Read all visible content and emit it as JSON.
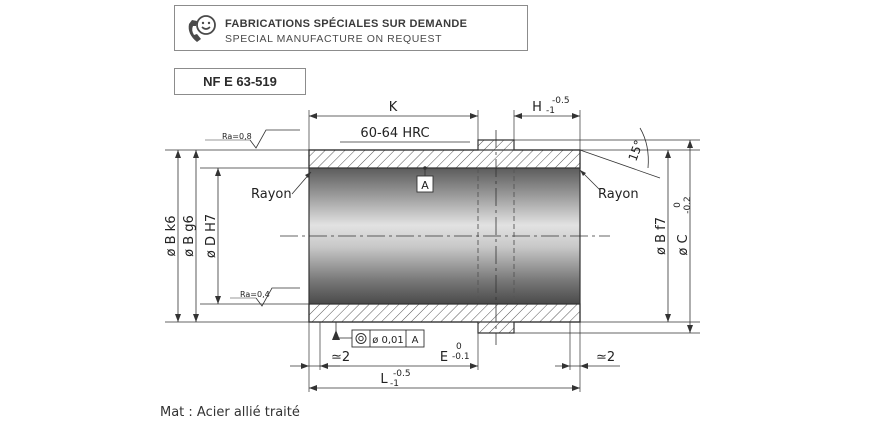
{
  "banner": {
    "line1": "FABRICATIONS SPÉCIALES SUR DEMANDE",
    "line2": "SPECIAL MANUFACTURE ON REQUEST",
    "icon": "phone-smile-icon"
  },
  "standard": "NF E 63-519",
  "drawing": {
    "k": "K",
    "hardness": "60-64 HRC",
    "h": "H",
    "h_tol": "-0.5",
    "h_sub": "-1",
    "angle": "15°",
    "ra_top": "Ra=0,8",
    "ra_bottom": "Ra=0,4",
    "rayon_left": "Rayon",
    "rayon_right": "Rayon",
    "datum": "A",
    "dim_bk6": "ø B k6",
    "dim_bg6": "ø B g6",
    "dim_dh7": "ø D H7",
    "dim_bf7": "ø B f7",
    "dim_c": "ø C",
    "c_tol_top": "0",
    "c_tol_bottom": "-0.2",
    "concentricity_value": "ø 0,01",
    "concentricity_ref": "A",
    "approx_left": "≃2",
    "approx_right": "≃2",
    "e": "E",
    "e_tol_top": "0",
    "e_tol_bottom": "-0.1",
    "l": "L",
    "l_tol_top": "-0.5",
    "l_tol_bottom": "-1"
  },
  "material": "Mat : Acier allié traité"
}
